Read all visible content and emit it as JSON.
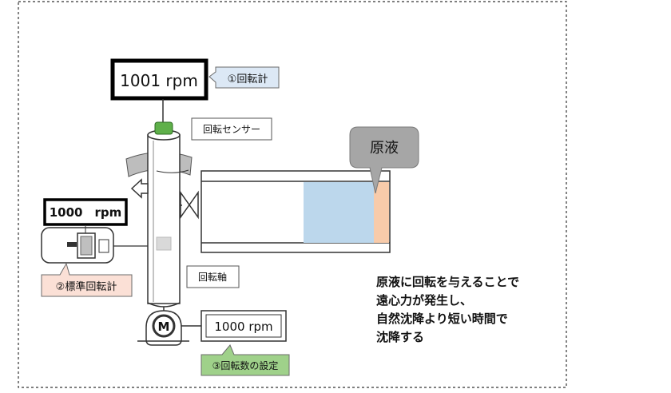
{
  "tachometer": {
    "reading": "1001 rpm",
    "callout": "①回転計"
  },
  "sensor": {
    "label": "回転センサー"
  },
  "standard_meter": {
    "reading": "1000　rpm",
    "callout": "②標準回転計"
  },
  "shaft": {
    "label": "回転軸"
  },
  "motor": {
    "symbol": "M",
    "setting_display": "1000 rpm",
    "callout": "③回転数の設定"
  },
  "tank": {
    "liquid_label": "原液"
  },
  "description": {
    "lines": [
      "原液に回転を与えることで",
      "遠心力が発生し、",
      "自然沈降より短い時間で",
      "沈降する"
    ]
  },
  "colors": {
    "sensor_cap": "#5fb04a",
    "callout_blue": "#dce8f5",
    "callout_pink": "#fbe0d6",
    "callout_green": "#9fd18a",
    "liquid_blue": "#bcd7ec",
    "liquid_orange": "#f8cbaa",
    "bubble_gray": "#a6a6a6"
  }
}
